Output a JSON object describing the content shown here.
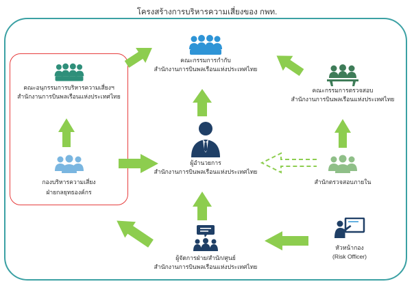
{
  "title": "โครงสร้างการบริหารความเสี่ยงของ กพท.",
  "colors": {
    "frame": "#3aa0a3",
    "highlight": "#e63b3b",
    "arrow": "#8dcd4f",
    "blue": "#2e94d6",
    "teal": "#2f8f7a",
    "dark_green": "#3e7c58",
    "navy": "#1f3f66",
    "light_blue": "#7ab6e0",
    "light_green": "#8fbf88"
  },
  "nodes": {
    "committee_supervisory": {
      "line1": "คณะกรรมการกำกับ",
      "line2": "สำนักงานการบินพลเรือนแห่งประเทศไทย",
      "icon": "group-icon"
    },
    "risk_subcommittee": {
      "line1": "คณะอนุกรรมการบริหารความเสี่ยงฯ",
      "line2": "สำนักงานการบินพลเรือนแห่งประเทศไทย",
      "icon": "group-icon"
    },
    "audit_committee": {
      "line1": "คณะกรรมการตรวจสอบ",
      "line2": "สำนักงานการบินพลเรือนแห่งประเทศไทย",
      "icon": "meeting-icon"
    },
    "director": {
      "line1": "ผู้อำนวยการ",
      "line2": "สำนักงานการบินพลเรือนแห่งประเทศไทย",
      "icon": "executive-icon"
    },
    "risk_division": {
      "line1": "กองบริหารความเสี่ยง",
      "line2": "ฝ่ายกลยุทธองค์กร",
      "icon": "team-icon"
    },
    "internal_audit": {
      "line1": "สำนักตรวจสอบภายใน",
      "icon": "team-icon"
    },
    "managers": {
      "line1": "ผู้จัดการฝ่าย/สำนัก/ศูนย์",
      "line2": "สำนักงานการบินพลเรือนแห่งประเทศไทย",
      "icon": "presenter-group-icon"
    },
    "risk_officer": {
      "line1": "หัวหน้ากอง",
      "line2": "(Risk Officer)",
      "icon": "teacher-board-icon"
    }
  }
}
